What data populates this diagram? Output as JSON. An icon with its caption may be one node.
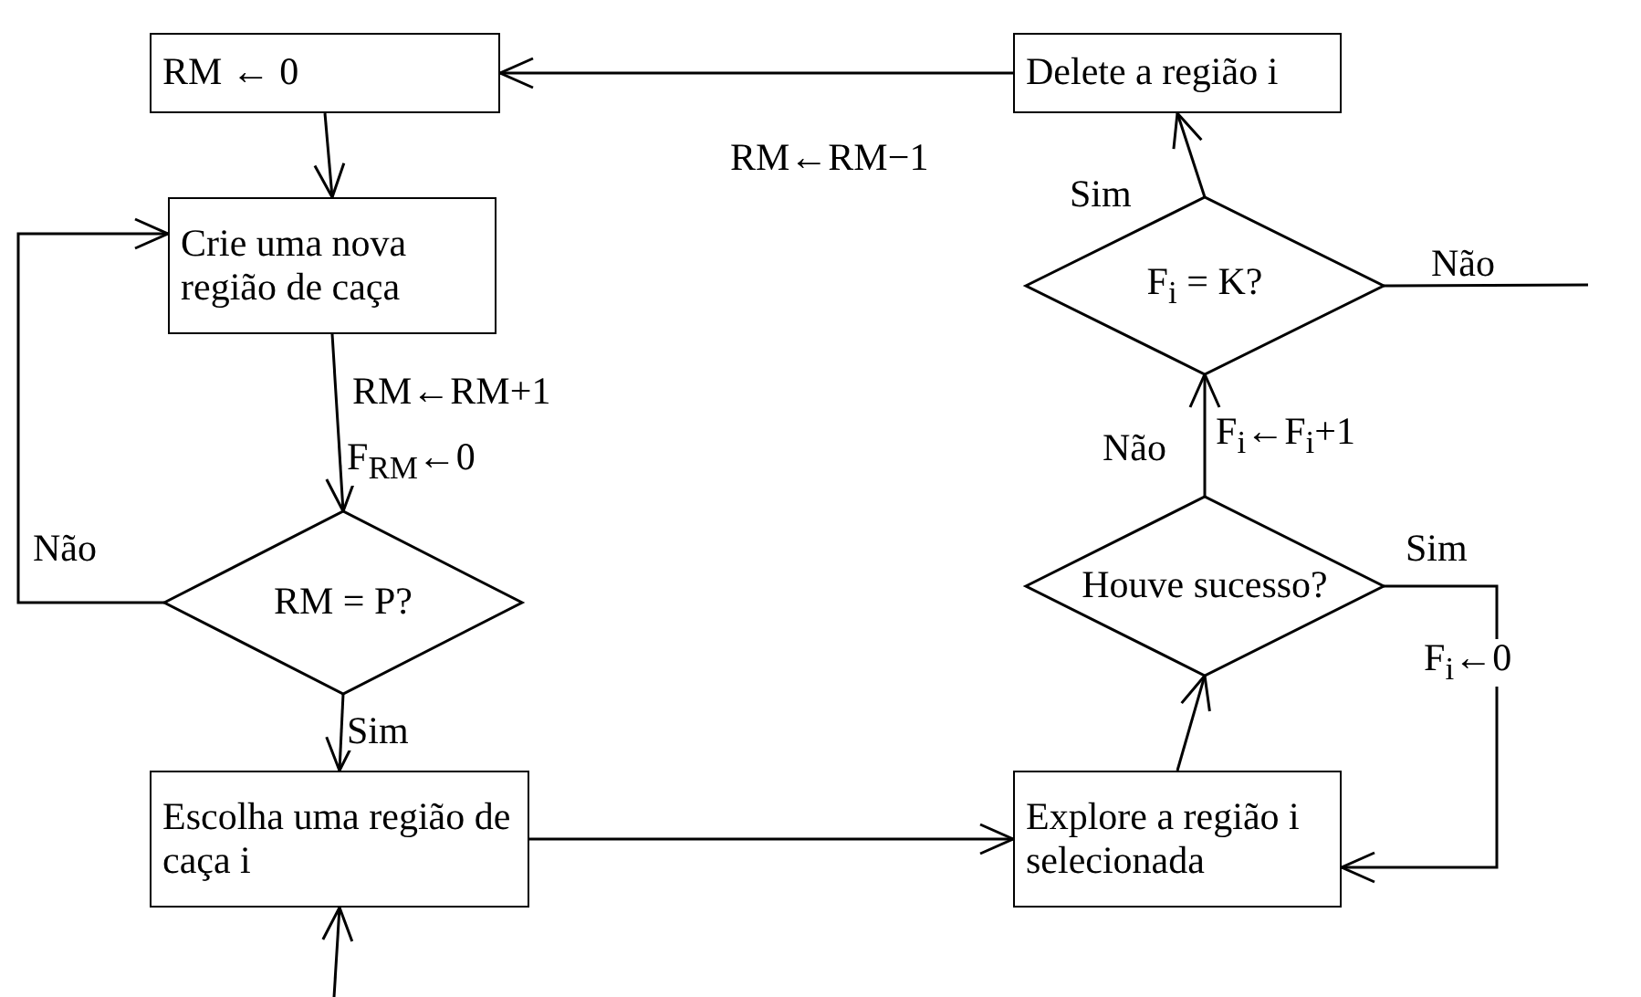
{
  "diagram": {
    "nodes": [
      {
        "text": [
          "RM ← 0"
        ]
      },
      {
        "text": [
          "Crie uma nova região de caça"
        ]
      },
      {
        "text": [
          "RM = P?"
        ]
      },
      {
        "text": [
          "Escolha uma região de caça i"
        ]
      },
      {
        "text": [
          "Explore a região i selecionada"
        ]
      },
      {
        "text": [
          "Houve sucesso?"
        ]
      },
      {
        "text": [
          "F$_{i}$ = K?"
        ]
      },
      {
        "text": [
          "Delete a região i"
        ]
      }
    ],
    "edges": [
      {
        "from": 7,
        "to": 0,
        "arrow": "to",
        "label": "RM←RM−1"
      },
      {
        "from": 0,
        "to": 1,
        "arrow": "to"
      },
      {
        "from": 1,
        "to": 2,
        "arrow": "to",
        "label": "RM←RM+1"
      },
      {
        "from": 2,
        "to": 1,
        "arrow": "to",
        "label": "Não"
      },
      {
        "from": 2,
        "to": 3,
        "arrow": "to",
        "label": "Sim"
      },
      {
        "from": 3,
        "to": 4,
        "arrow": "to"
      },
      {
        "from": 4,
        "to": 5,
        "arrow": "to"
      },
      {
        "from": 5,
        "to": 4,
        "arrow": "to",
        "label": "Sim"
      },
      {
        "from": 5,
        "to": 6,
        "arrow": "to",
        "label": "Não"
      },
      {
        "from": 6,
        "to": 7,
        "arrow": "to",
        "label": "Sim"
      },
      {
        "from": 6,
        "to": null,
        "arrow": "none",
        "label": "Não"
      },
      {
        "from": null,
        "to": 3,
        "arrow": "to"
      }
    ],
    "labels": [
      "F$_{RM}$←0",
      "F$_{i}$←F$_{i}$+1",
      "F$_{i}$←0"
    ]
  }
}
